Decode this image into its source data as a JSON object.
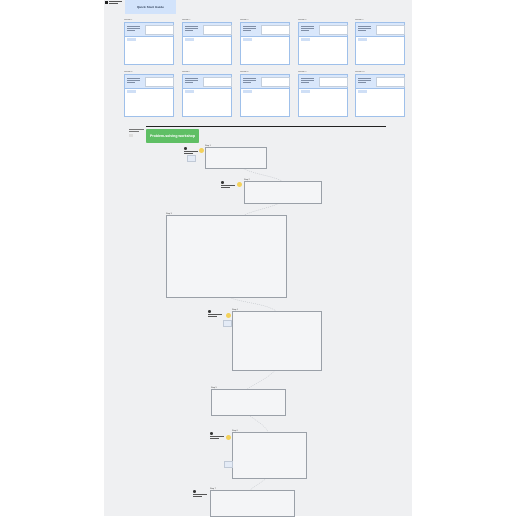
{
  "board": {
    "title": "Quick Start Guide",
    "thumbnails": [
      {
        "label": "Section 1"
      },
      {
        "label": "Section 2"
      },
      {
        "label": "Section 3"
      },
      {
        "label": "Section 4"
      },
      {
        "label": "Section 5"
      },
      {
        "label": "Section 6"
      },
      {
        "label": "Section 7"
      },
      {
        "label": "Section 8"
      },
      {
        "label": "Section 9"
      },
      {
        "label": "Section 10"
      }
    ],
    "workshop": {
      "title": "Problem-solving workshop"
    },
    "frames": [
      {
        "label": "Step 1"
      },
      {
        "label": "Step 2"
      },
      {
        "label": "Step 3"
      },
      {
        "label": "Step 4"
      },
      {
        "label": "Step 5"
      },
      {
        "label": "Step 6"
      },
      {
        "label": "Step 7"
      }
    ]
  },
  "colors": {
    "board_bg": "#eff0f2",
    "title_chip": "#d2e3fb",
    "banner": "#5fbf65",
    "frame_border": "#9aa0a8"
  }
}
